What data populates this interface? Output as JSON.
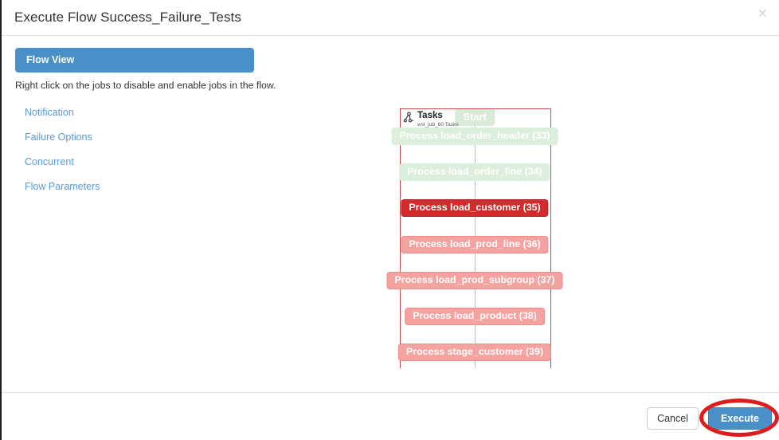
{
  "dialog": {
    "title": "Execute Flow Success_Failure_Tests",
    "close_label": "×"
  },
  "sidebar": {
    "flow_view_label": "Flow View",
    "hint": "Right click on the jobs to disable and enable jobs in the flow.",
    "links": [
      {
        "label": "Notification"
      },
      {
        "label": "Failure Options"
      },
      {
        "label": "Concurrent"
      },
      {
        "label": "Flow Parameters"
      }
    ]
  },
  "flow": {
    "start_label": "Start",
    "group": {
      "title": "Tasks",
      "subtitle": "wsl_job_60:Tasks",
      "icon": "hierarchy-tree-icon"
    },
    "nodes": [
      {
        "label": "Process load_order_header (33)",
        "state": "green-faded"
      },
      {
        "label": "Process load_order_line (34)",
        "state": "green-faded"
      },
      {
        "label": "Process load_customer (35)",
        "state": "red-solid"
      },
      {
        "label": "Process load_prod_line (36)",
        "state": "red-faded"
      },
      {
        "label": "Process load_prod_subgroup (37)",
        "state": "red-faded"
      },
      {
        "label": "Process load_product (38)",
        "state": "red-faded"
      },
      {
        "label": "Process stage_customer (39)",
        "state": "red-faded"
      }
    ]
  },
  "footer": {
    "cancel_label": "Cancel",
    "execute_label": "Execute"
  },
  "colors": {
    "accent_blue": "#4a90c8",
    "link_blue": "#5b9bd5",
    "node_green": "#dcefdc",
    "node_red_faded": "#f5a3a0",
    "node_red_solid": "#d22b2b",
    "group_border_red": "#c0504d",
    "annotation_red": "#e01b1b"
  }
}
